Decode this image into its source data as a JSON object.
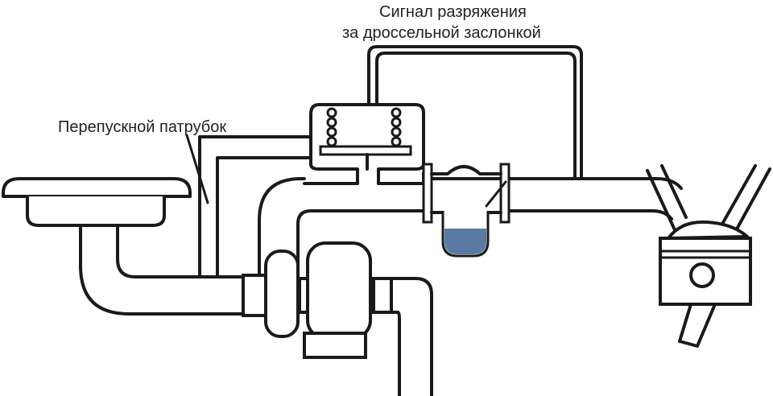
{
  "labels": {
    "vacuum_signal_line1": "Сигнал разряжения",
    "vacuum_signal_line2": "за дроссельной заслонкой",
    "bypass_pipe": "Перепускной патрубок"
  },
  "colors": {
    "line": "#1a1a1a",
    "oil_fill": "#5b7aa3",
    "text": "#222222",
    "background": "#ffffff"
  }
}
